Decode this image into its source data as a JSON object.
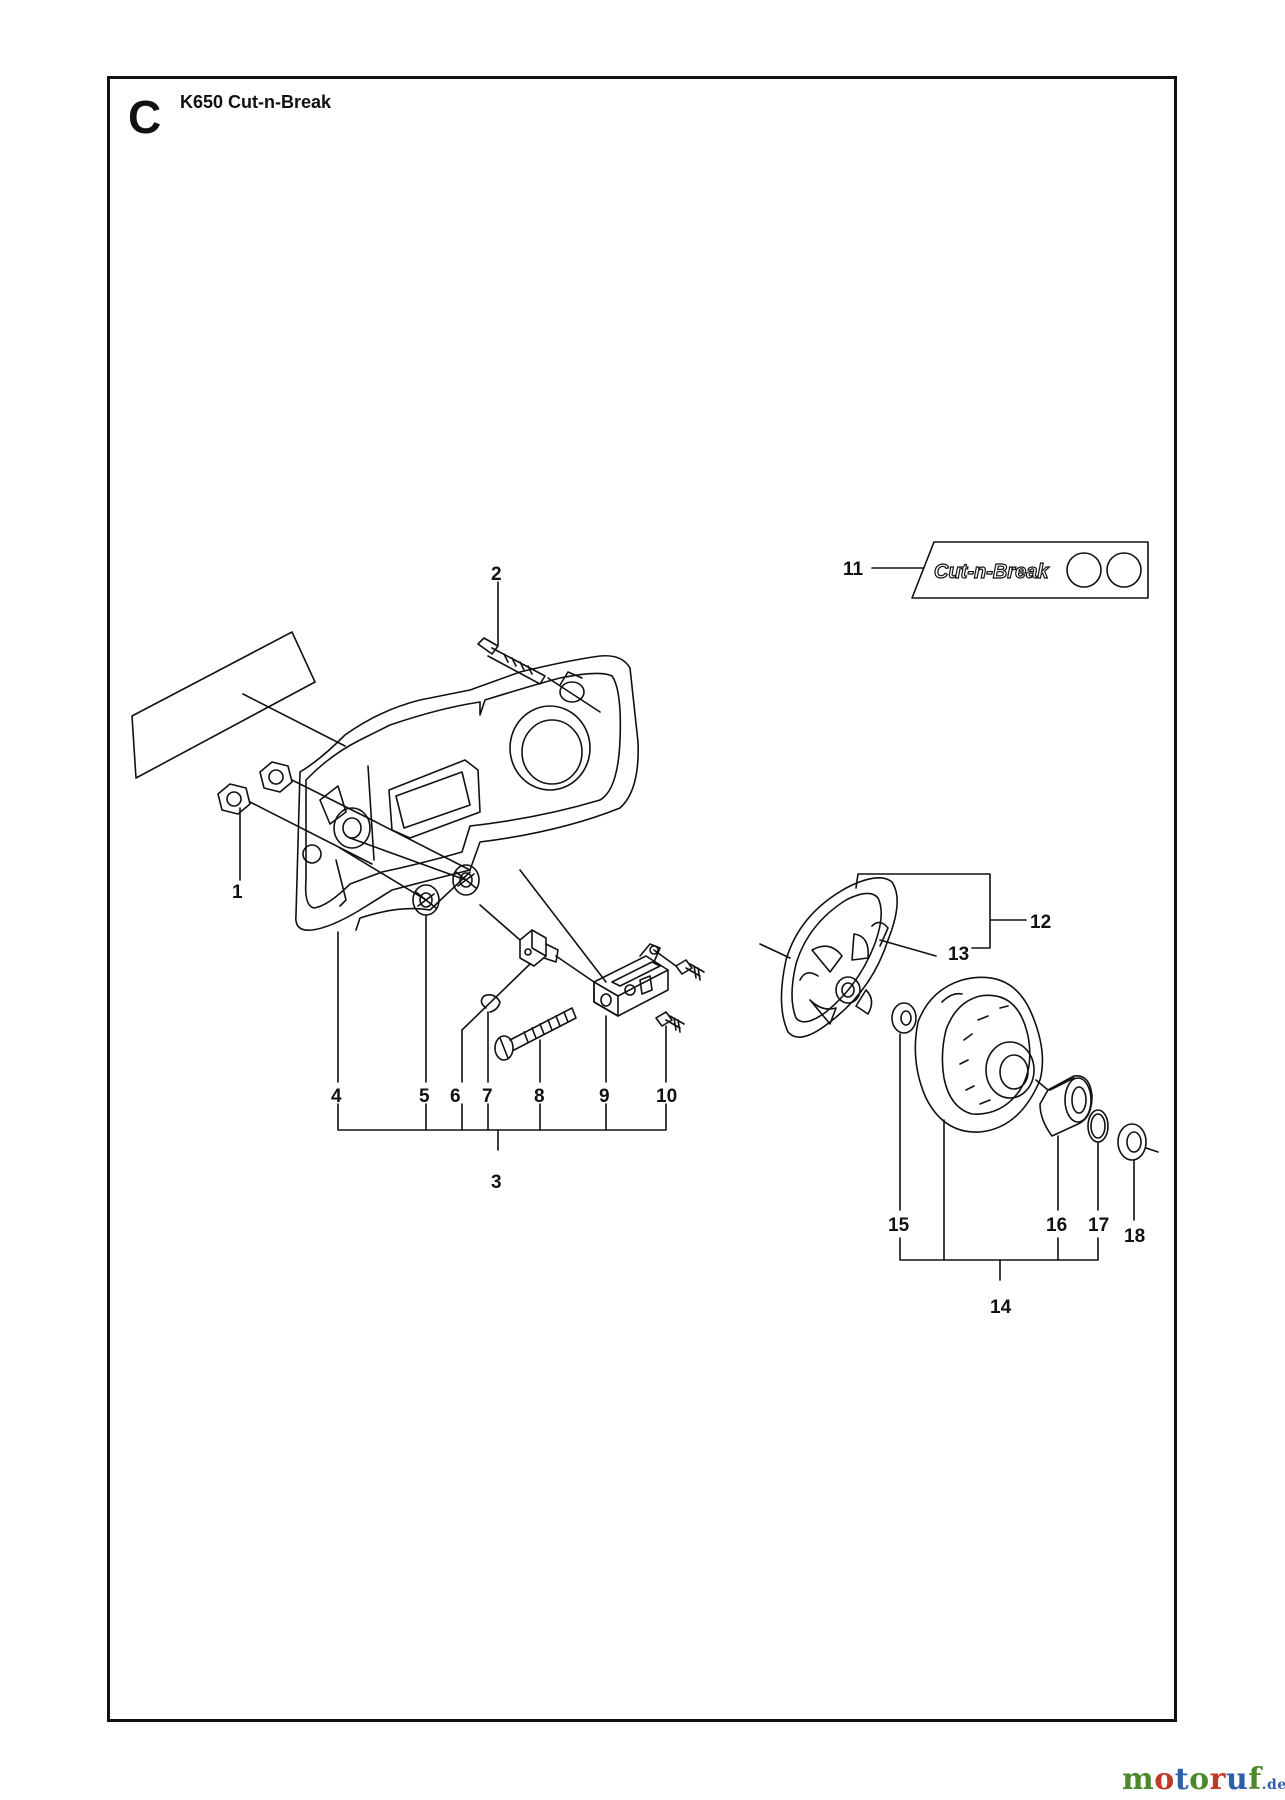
{
  "header": {
    "section_letter": "C",
    "title": "K650 Cut-n-Break"
  },
  "decal": {
    "text": "Cut-n-Break"
  },
  "callouts": {
    "c1": "1",
    "c2": "2",
    "c3": "3",
    "c4": "4",
    "c5": "5",
    "c6": "6",
    "c7": "7",
    "c8": "8",
    "c9": "9",
    "c10": "10",
    "c11": "11",
    "c12": "12",
    "c13": "13",
    "c14": "14",
    "c15": "15",
    "c16": "16",
    "c17": "17",
    "c18": "18"
  },
  "watermark": {
    "brand": "motoruf",
    "suffix": ".de"
  },
  "colors": {
    "line": "#111111",
    "watermark_colors": [
      "#4a8a2a",
      "#c0392b",
      "#2f5fa8"
    ]
  }
}
